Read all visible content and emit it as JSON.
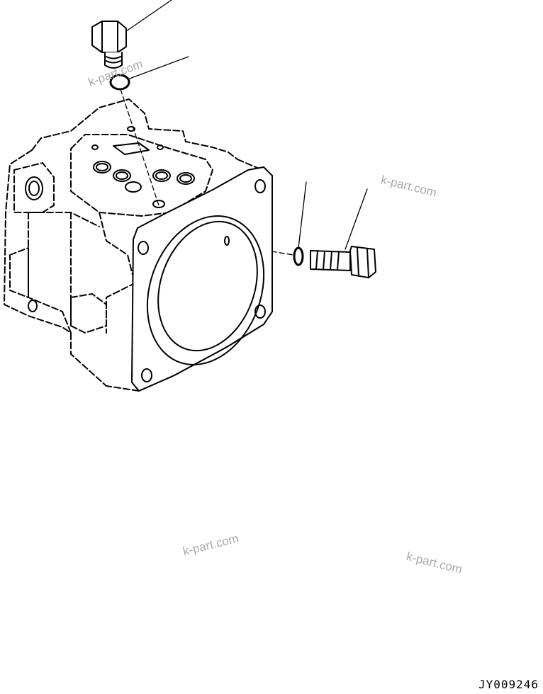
{
  "watermarks": [
    "k-part.com",
    "k-part.com",
    "k-part.com",
    "k-part.com"
  ],
  "drawing_code": "JY009246",
  "colors": {
    "line": "#000000",
    "watermark": "#a9a9a9",
    "background": "#ffffff"
  }
}
